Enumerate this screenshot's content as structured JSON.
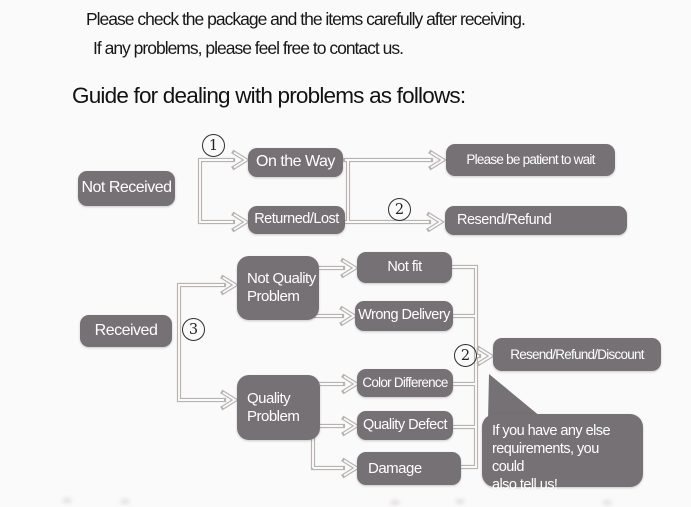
{
  "notice": {
    "line1": "Please check the package and the items carefully after receiving.",
    "line2": "If any problems, please feel free to contact us."
  },
  "title": "Guide for dealing with problems as follows:",
  "flow": {
    "markers": {
      "step1": "1",
      "step2_top": "2",
      "step3": "3",
      "step2_bottom": "2"
    },
    "nodes": {
      "not_received": "Not Received",
      "on_the_way": "On the Way",
      "returned_lost": "Returned/Lost",
      "please_wait": "Please be patient to wait",
      "resend_refund": "Resend/Refund",
      "received": "Received",
      "not_quality_problem": "Not Quality Problem",
      "quality_problem": "Quality Problem",
      "not_fit": "Not fit",
      "wrong_delivery": "Wrong Delivery",
      "color_difference": "Color Difference",
      "quality_defect": "Quality Defect",
      "damage": "Damage",
      "resend_refund_discount": "Resend/Refund/Discount"
    },
    "note_bubble": "If you have any else\nrequirements, you could\nalso tell us!"
  },
  "colors": {
    "node_bg": "#767174",
    "node_text": "#ffffff",
    "connector": "#b6b3b0",
    "marker_ink": "#2e2e2e",
    "background": "#fbfafa"
  }
}
